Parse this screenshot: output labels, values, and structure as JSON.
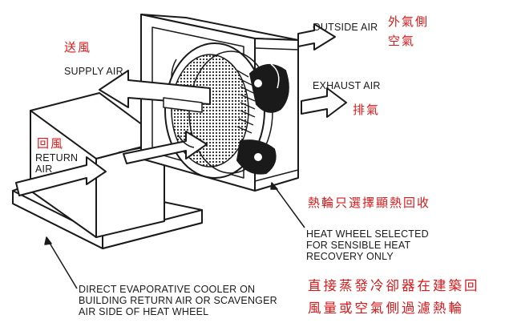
{
  "labels": {
    "outside_air": "OUTSIDE AIR",
    "supply_air": "SUPPLY AIR",
    "exhaust_air": "EXHAUST AIR",
    "return_air_line1": "RETURN",
    "return_air_line2": "AIR",
    "heat_wheel_line1": "HEAT WHEEL SELECTED",
    "heat_wheel_line2": "FOR SENSIBLE HEAT",
    "heat_wheel_line3": "RECOVERY ONLY",
    "cooler_line1": "DIRECT EVAPORATIVE COOLER ON",
    "cooler_line2": "BUILDING RETURN AIR OR SCAVENGER",
    "cooler_line3": "AIR SIDE OF HEAT WHEEL"
  },
  "annotations_cn": {
    "outside_air_line1": "外氣側",
    "outside_air_line2": "空氣",
    "supply_air": "送風",
    "exhaust_air": "排氣",
    "return_air": "回風",
    "heat_wheel": "熱輪只選擇顯熱回收",
    "cooler_line1": "直接蒸發冷卻器在建築回",
    "cooler_line2": "風量或空氣側過濾熱輪"
  },
  "colors": {
    "annotation": "#d6191b",
    "ink": "#1a1a1a",
    "background": "#ffffff"
  }
}
